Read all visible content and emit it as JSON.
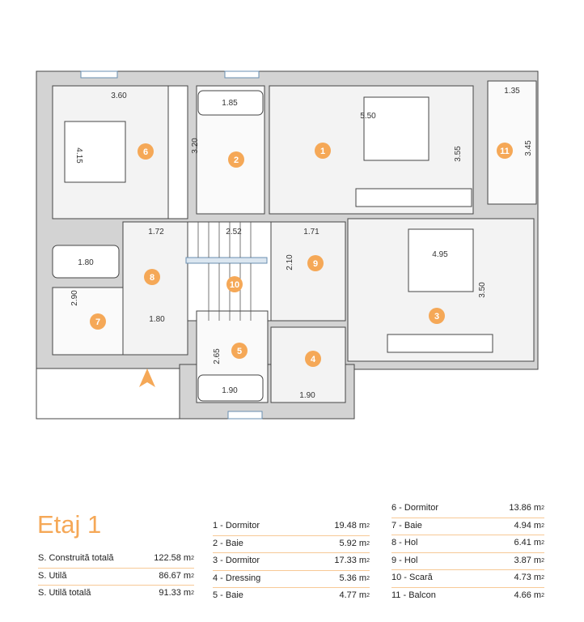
{
  "plan": {
    "rooms": [
      "1",
      "2",
      "3",
      "4",
      "5",
      "6",
      "7",
      "8",
      "9",
      "10",
      "11"
    ],
    "dimensions": {
      "d6w": "3.60",
      "d6h": "4.15",
      "d2w": "1.85",
      "d2h": "3.20",
      "d1w": "5.50",
      "d1h": "3.55",
      "d11w": "1.35",
      "d11h": "3.45",
      "d8w": "1.72",
      "d10w": "2.52",
      "d9w": "1.71",
      "d9h": "2.10",
      "d7bath": "1.80",
      "d7h": "2.90",
      "d8b": "1.80",
      "d3w": "4.95",
      "d3h": "3.50",
      "d5h": "2.65",
      "d5bath": "1.90",
      "d4w": "1.90"
    },
    "colors": {
      "accent": "#f5a857",
      "wall": "#d3d3d3",
      "line": "#333333"
    }
  },
  "summary": {
    "title": "Etaj 1",
    "totals": [
      {
        "label": "S. Construită totală",
        "value": "122.58 m",
        "unit": "2"
      },
      {
        "label": "S. Utilă",
        "value": "86.67 m",
        "unit": "2"
      },
      {
        "label": "S. Utilă totală",
        "value": "91.33 m",
        "unit": "2"
      }
    ],
    "rooms_a": [
      {
        "label": "1 - Dormitor",
        "value": "19.48 m",
        "unit": "2"
      },
      {
        "label": "2 - Baie",
        "value": "5.92 m",
        "unit": "2"
      },
      {
        "label": "3 - Dormitor",
        "value": "17.33 m",
        "unit": "2"
      },
      {
        "label": "4 - Dressing",
        "value": "5.36 m",
        "unit": "2"
      },
      {
        "label": "5 - Baie",
        "value": "4.77 m",
        "unit": "2"
      }
    ],
    "rooms_b": [
      {
        "label": "6 - Dormitor",
        "value": "13.86 m",
        "unit": "2"
      },
      {
        "label": "7 - Baie",
        "value": "4.94 m",
        "unit": "2"
      },
      {
        "label": "8 - Hol",
        "value": "6.41 m",
        "unit": "2"
      },
      {
        "label": "9 - Hol",
        "value": "3.87 m",
        "unit": "2"
      },
      {
        "label": "10 - Scară",
        "value": "4.73 m",
        "unit": "2"
      },
      {
        "label": "11 - Balcon",
        "value": "4.66 m",
        "unit": "2"
      }
    ]
  }
}
